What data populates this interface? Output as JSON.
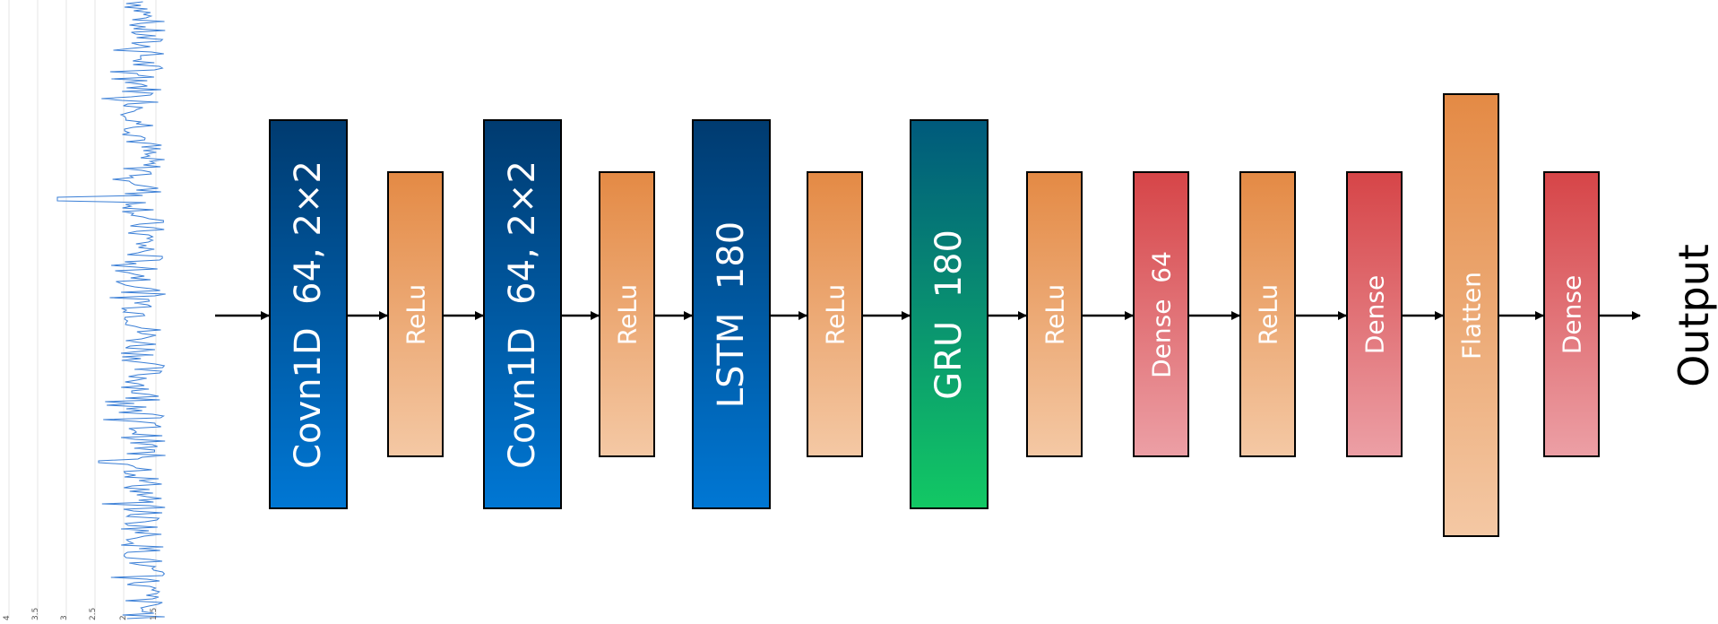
{
  "diagram": {
    "input_signal": {
      "tick_labels": [
        "4",
        "3.5",
        "3",
        "2.5",
        "2",
        "1.5"
      ],
      "line_color": "#3b7fd6"
    },
    "layers": [
      {
        "id": "conv1",
        "label": "Covn1D  64, 2×2",
        "kind": "conv",
        "colors": [
          "#003b70",
          "#0077d4"
        ]
      },
      {
        "id": "relu1",
        "label": "ReLu",
        "kind": "relu",
        "colors": [
          "#e48a45",
          "#f4c8a4"
        ]
      },
      {
        "id": "conv2",
        "label": "Covn1D  64, 2×2",
        "kind": "conv",
        "colors": [
          "#003b70",
          "#0077d4"
        ]
      },
      {
        "id": "relu2",
        "label": "ReLu",
        "kind": "relu",
        "colors": [
          "#e48a45",
          "#f4c8a4"
        ]
      },
      {
        "id": "lstm",
        "label": "LSTM  180",
        "kind": "lstm",
        "colors": [
          "#003b70",
          "#0077d4"
        ]
      },
      {
        "id": "relu3",
        "label": "ReLu",
        "kind": "relu",
        "colors": [
          "#e48a45",
          "#f4c8a4"
        ]
      },
      {
        "id": "gru",
        "label": "GRU  180",
        "kind": "gru",
        "colors": [
          "#005a7c",
          "#12c864"
        ]
      },
      {
        "id": "relu4",
        "label": "ReLu",
        "kind": "relu",
        "colors": [
          "#e48a45",
          "#f4c8a4"
        ]
      },
      {
        "id": "dense64",
        "label": "Dense  64",
        "kind": "dense",
        "colors": [
          "#d64548",
          "#ec9fa5"
        ]
      },
      {
        "id": "relu5",
        "label": "ReLu",
        "kind": "relu",
        "colors": [
          "#e48a45",
          "#f4c8a4"
        ]
      },
      {
        "id": "dense1",
        "label": "Dense",
        "kind": "dense",
        "colors": [
          "#d64548",
          "#ec9fa5"
        ]
      },
      {
        "id": "flatten",
        "label": "Flatten",
        "kind": "flatten",
        "colors": [
          "#e48a45",
          "#f4c8a4"
        ]
      },
      {
        "id": "dense2",
        "label": "Dense",
        "kind": "dense",
        "colors": [
          "#d64548",
          "#ec9fa5"
        ]
      }
    ],
    "output_label": "Output"
  }
}
